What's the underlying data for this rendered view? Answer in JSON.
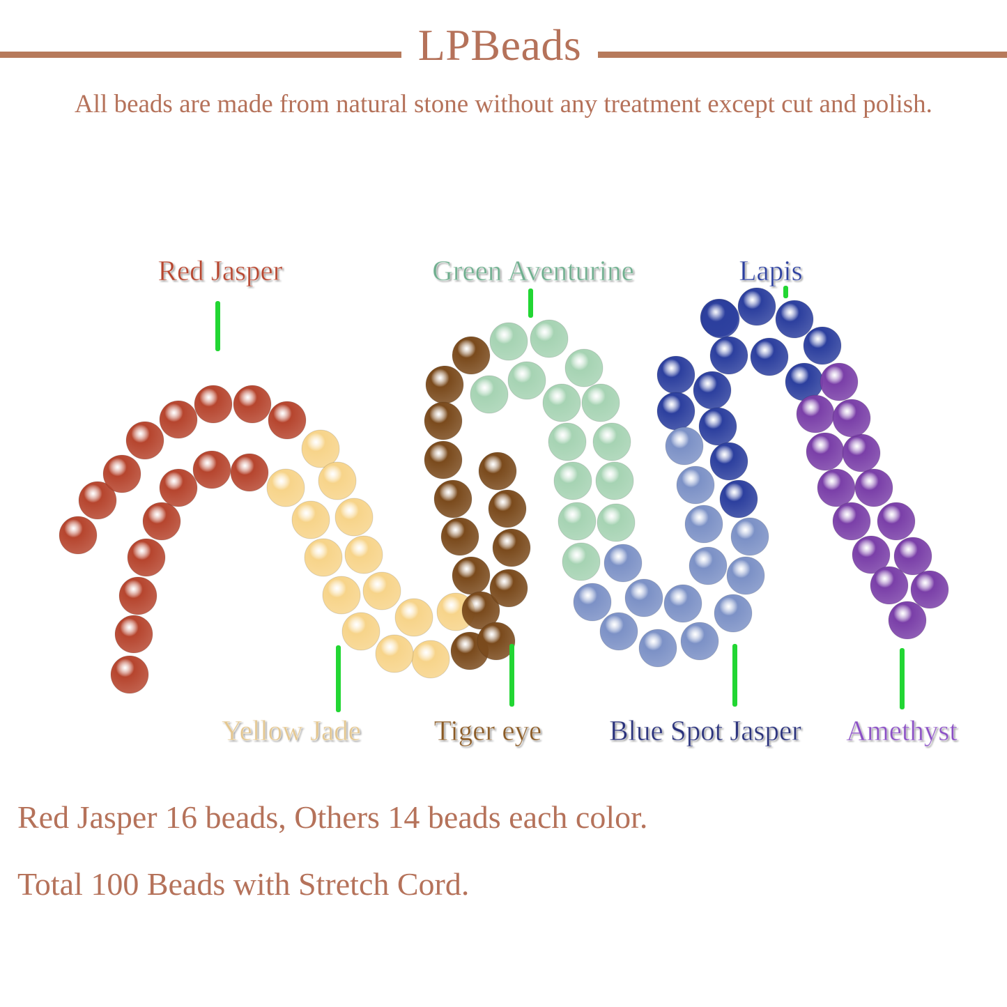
{
  "brand": "LPBeads",
  "subtitle": "All beads are made from natural stone without any treatment except cut and polish.",
  "labels": {
    "red_jasper": "Red Jasper",
    "green_aventurine": "Green Aventurine",
    "lapis": "Lapis",
    "yellow_jade": "Yellow Jade",
    "tiger_eye": "Tiger eye",
    "blue_spot_jasper": "Blue Spot Jasper",
    "amethyst": "Amethyst"
  },
  "colors": {
    "brand": "#b5725a",
    "tick": "#22d633",
    "red_jasper": "#b6452e",
    "yellow_jade": "#f7d48a",
    "tiger_eye": "#7a4a1c",
    "green_aventurine": "#a6d3b3",
    "lapis": "#2c3f9e",
    "blue_spot_jasper": "#7c91c6",
    "amethyst": "#7a3fa8"
  },
  "bead_counts": {
    "red_jasper": 16,
    "others_each": 14,
    "total": 100
  },
  "notes": {
    "line1": "Red Jasper 16 beads, Others 14 beads each color.",
    "line2": "Total 100 Beads with Stretch Cord."
  }
}
